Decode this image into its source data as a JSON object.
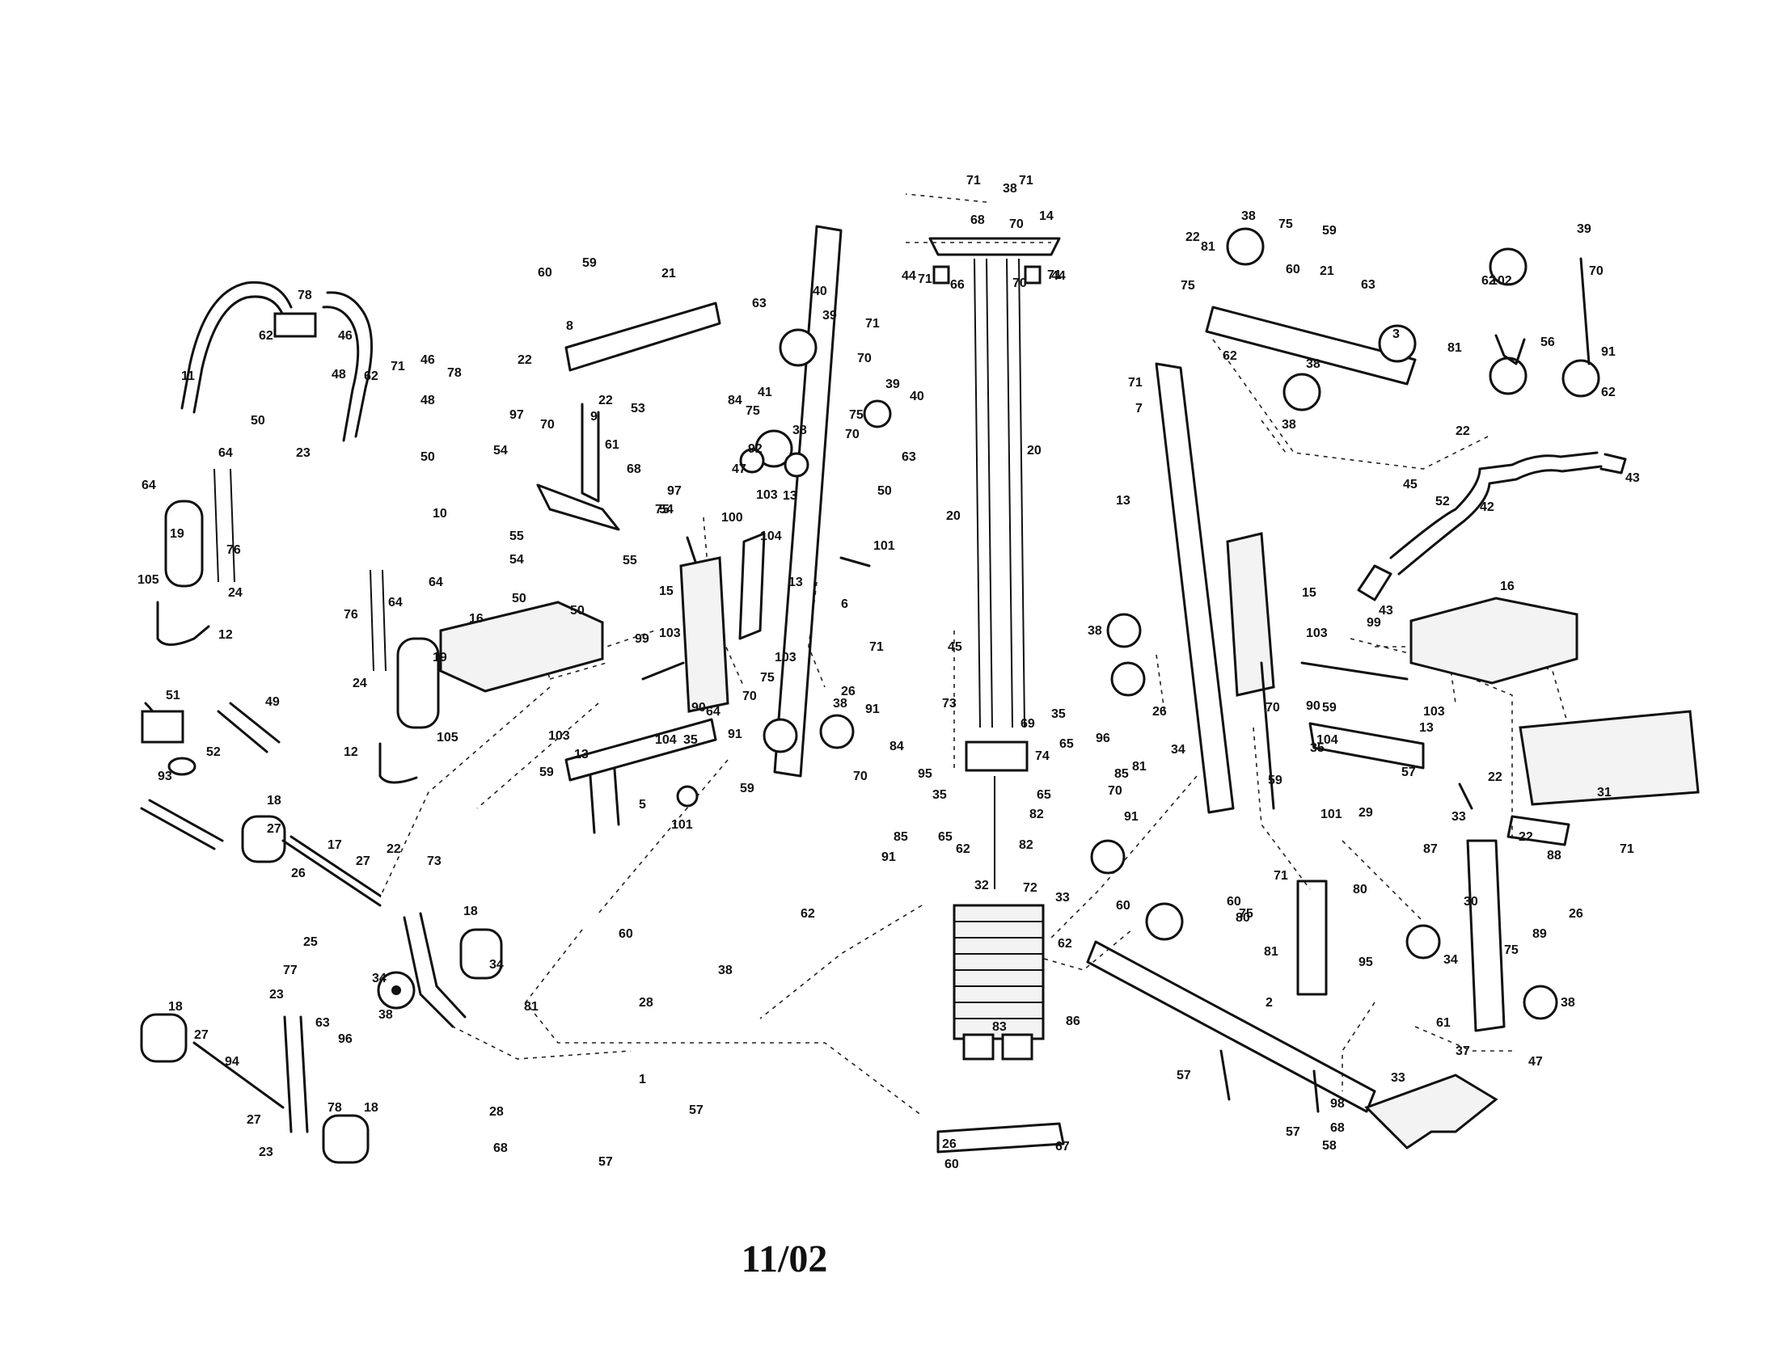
{
  "footer": {
    "date": "11/02"
  },
  "labels": {
    "l1": "1",
    "l2": "2",
    "l3": "3",
    "l5": "5",
    "l6": "6",
    "l7": "7",
    "l8": "8",
    "l9": "9",
    "l10": "10",
    "l11": "11",
    "l12": "12",
    "l12b": "12",
    "l13": "13",
    "l13b": "13",
    "l13c": "13",
    "l13d": "13",
    "l13e": "13",
    "l14": "14",
    "l15": "15",
    "l15b": "15",
    "l16": "16",
    "l16b": "16",
    "l17": "17",
    "l18a": "18",
    "l18b": "18",
    "l18c": "18",
    "l18d": "18",
    "l19": "19",
    "l19b": "19",
    "l20": "20",
    "l20b": "20",
    "l21": "21",
    "l21b": "21",
    "l22a": "22",
    "l22b": "22",
    "l22c": "22",
    "l22d": "22",
    "l22e": "22",
    "l22f": "22",
    "l22g": "22",
    "l23a": "23",
    "l23b": "23",
    "l23c": "23",
    "l24": "24",
    "l24b": "24",
    "l25": "25",
    "l26a": "26",
    "l26b": "26",
    "l26c": "26",
    "l26d": "26",
    "l26e": "26",
    "l27a": "27",
    "l27b": "27",
    "l27c": "27",
    "l27d": "27",
    "l28": "28",
    "l28b": "28",
    "l29": "29",
    "l30": "30",
    "l31": "31",
    "l32": "32",
    "l33": "33",
    "l33b": "33",
    "l33c": "33",
    "l34a": "34",
    "l34b": "34",
    "l34c": "34",
    "l34d": "34",
    "l35a": "35",
    "l35b": "35",
    "l35c": "35",
    "l35d": "35",
    "l37": "37",
    "l38a": "38",
    "l38b": "38",
    "l38c": "38",
    "l38d": "38",
    "l38e": "38",
    "l38f": "38",
    "l38g": "38",
    "l38h": "38",
    "l38i": "38",
    "l38j": "38",
    "l39a": "39",
    "l39b": "39",
    "l39c": "39",
    "l40a": "40",
    "l40b": "40",
    "l41": "41",
    "l42": "42",
    "l43a": "43",
    "l43b": "43",
    "l44a": "44",
    "l44b": "44",
    "l45": "45",
    "l45b": "45",
    "l46a": "46",
    "l46b": "46",
    "l47a": "47",
    "l47b": "47",
    "l48a": "48",
    "l48b": "48",
    "l49": "49",
    "l50a": "50",
    "l50b": "50",
    "l50c": "50",
    "l50d": "50",
    "l50e": "50",
    "l51": "51",
    "l52a": "52",
    "l52b": "52",
    "l53": "53",
    "l54a": "54",
    "l54b": "54",
    "l54c": "54",
    "l55a": "55",
    "l55b": "55",
    "l56": "56",
    "l57a": "57",
    "l57b": "57",
    "l57c": "57",
    "l57d": "57",
    "l57e": "57",
    "l58": "58",
    "l59a": "59",
    "l59b": "59",
    "l59c": "59",
    "l59d": "59",
    "l59e": "59",
    "l59f": "59",
    "l60a": "60",
    "l60b": "60",
    "l60c": "60",
    "l60d": "60",
    "l60e": "60",
    "l60f": "60",
    "l61": "61",
    "l61b": "61",
    "l62a": "62",
    "l62b": "62",
    "l62c": "62",
    "l62d": "62",
    "l62e": "62",
    "l62f": "62",
    "l62g": "62",
    "l62h": "62",
    "l63a": "63",
    "l63b": "63",
    "l63c": "63",
    "l63d": "63",
    "l64a": "64",
    "l64b": "64",
    "l64c": "64",
    "l64d": "64",
    "l64e": "64",
    "l65a": "65",
    "l65b": "65",
    "l65c": "65",
    "l66": "66",
    "l67": "67",
    "l68a": "68",
    "l68b": "68",
    "l68c": "68",
    "l68d": "68",
    "l69": "69",
    "l70a": "70",
    "l70b": "70",
    "l70c": "70",
    "l70d": "70",
    "l70e": "70",
    "l70f": "70",
    "l70g": "70",
    "l70h": "70",
    "l70i": "70",
    "l70j": "70",
    "l71a": "71",
    "l71b": "71",
    "l71c": "71",
    "l71d": "71",
    "l71e": "71",
    "l71f": "71",
    "l71g": "71",
    "l71h": "71",
    "l71i": "71",
    "l71j": "71",
    "l72": "72",
    "l73a": "73",
    "l73b": "73",
    "l74": "74",
    "l75a": "75",
    "l75b": "75",
    "l75c": "75",
    "l75d": "75",
    "l75e": "75",
    "l75f": "75",
    "l75g": "75",
    "l75h": "75",
    "l76a": "76",
    "l76b": "76",
    "l77": "77",
    "l78a": "78",
    "l78b": "78",
    "l78c": "78",
    "l80a": "80",
    "l80b": "80",
    "l81a": "81",
    "l81b": "81",
    "l81c": "81",
    "l81d": "81",
    "l81e": "81",
    "l82": "82",
    "l82b": "82",
    "l83": "83",
    "l84a": "84",
    "l84b": "84",
    "l85a": "85",
    "l85b": "85",
    "l86": "86",
    "l87": "87",
    "l88": "88",
    "l89": "89",
    "l90a": "90",
    "l90b": "90",
    "l91a": "91",
    "l91b": "91",
    "l91c": "91",
    "l91d": "91",
    "l91e": "91",
    "l92": "92",
    "l93": "93",
    "l94": "94",
    "l95a": "95",
    "l95b": "95",
    "l96a": "96",
    "l96b": "96",
    "l97a": "97",
    "l97b": "97",
    "l98": "98",
    "l99a": "99",
    "l99b": "99",
    "l100": "100",
    "l101a": "101",
    "l101b": "101",
    "l101c": "101",
    "l102": "102",
    "l103a": "103",
    "l103b": "103",
    "l103c": "103",
    "l103d": "103",
    "l103e": "103",
    "l103f": "103",
    "l104a": "104",
    "l104b": "104",
    "l104c": "104",
    "l105a": "105",
    "l105b": "105"
  }
}
